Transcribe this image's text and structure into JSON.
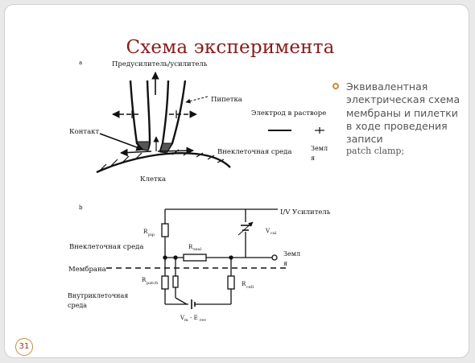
{
  "slide": {
    "title": "Схема эксперимента",
    "page_number": "31",
    "bullet_text": "Эквивалентная электрическая схема мембраны и пилетки в ходе проведения записи",
    "bullet_text2": "patch clamp;"
  },
  "diagram_top": {
    "letter": "a",
    "preamp": "Предусилитель/усилитель",
    "pipette": "Пипетка",
    "electrode": "Электрод в растворе",
    "contact": "Контакт",
    "extracellular": "Внеклеточная среда",
    "ground_1": "Земл",
    "ground_2": "я",
    "cell": "Клетка"
  },
  "diagram_bottom": {
    "letter": "b",
    "amplifier": "I/V Усилитель",
    "r_pip": "R",
    "r_pip_sub": "pip",
    "v_cal": "V",
    "v_cal_sub": "cal",
    "extracellular": "Внеклеточная среда",
    "r_seal": "R",
    "r_seal_sub": "seal",
    "ground_1": "Земл",
    "ground_2": "я",
    "membrane": "Мембрана",
    "r_patch": "R",
    "r_patch_sub": "patch",
    "r_cell": "R",
    "r_cell_sub": "cell",
    "intracellular_1": "Внутриклеточная",
    "intracellular_2": "среда",
    "v_label": "V",
    "v_label_sub": "m",
    "v_label_rest": "- E",
    "v_label_rest_sub": "rev"
  },
  "colors": {
    "title": "#8b1a1a",
    "accent": "#c98a3a",
    "text": "#555555"
  }
}
